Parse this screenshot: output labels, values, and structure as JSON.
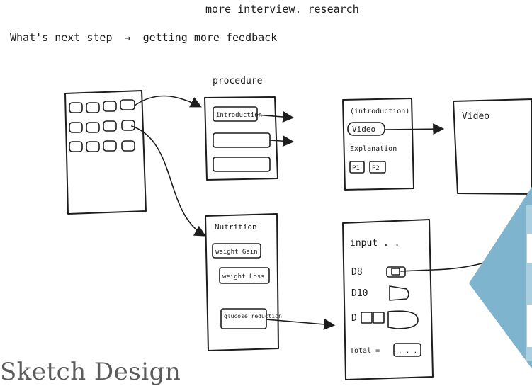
{
  "header": {
    "line_1": "more interview. research",
    "line_2_prefix": "What's next step",
    "arrow_glyph": "→",
    "line_2_suffix": "getting more feedback"
  },
  "label_procedure": "procedure",
  "screen_procedure": {
    "item_1": "introduction"
  },
  "screen_detail": {
    "item_1": "(introduction)",
    "item_2": "Video",
    "item_3": "Explanation",
    "button_1": "P1",
    "button_2": "P2"
  },
  "screen_video": {
    "label": "Video"
  },
  "screen_nutrition": {
    "title": "Nutrition",
    "item_1": "weight Gain",
    "item_2": "weight Loss",
    "item_3": "glucose reduction"
  },
  "screen_input": {
    "title": "input . .",
    "row_1": "D8",
    "row_2": "D10",
    "row_3": "D",
    "total": "Total ="
  },
  "slide_title": "Sketch Design",
  "colors": {
    "accent": "#7fb4cf",
    "accent_light": "#a9cfe1",
    "ink": "#1d1d1d",
    "title_gray": "#5b5b5b"
  }
}
